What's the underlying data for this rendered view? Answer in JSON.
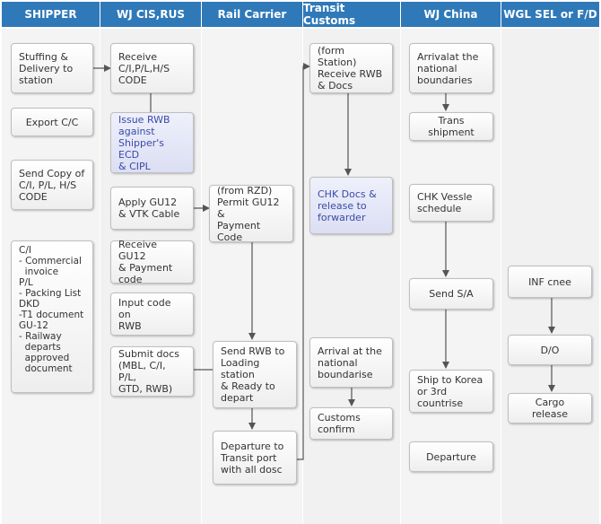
{
  "lanes": [
    {
      "id": "shipper",
      "label": "SHIPPER"
    },
    {
      "id": "wj-cis",
      "label": "WJ CIS,RUS"
    },
    {
      "id": "rail",
      "label": "Rail Carrier"
    },
    {
      "id": "transit",
      "label": "Transit Customs"
    },
    {
      "id": "wj-china",
      "label": "WJ China"
    },
    {
      "id": "wgl",
      "label": "WGL SEL or F/D"
    }
  ],
  "boxes": {
    "stuffing": "Stuffing &\nDelivery to\nstation",
    "export_cc": "Export C/C",
    "send_copy": "Send Copy of\nC/I, P/L, H/S\nCODE",
    "doc_list": "C/I\n- Commercial\n  invoice\nP/L\n- Packing List\nDKD\n-T1 document\nGU-12\n- Railway\n  departs\n  approved\n  document",
    "receive_ci": "Receive\nC/I,P/L,H/S\nCODE",
    "issue_rwb": "Issue RWB\nagainst\nShipper's ECD\n& CIPL",
    "apply_gu12": "Apply GU12\n& VTK Cable",
    "receive_gu12": "Receive GU12\n& Payment code",
    "input_code": "Input code on\nRWB",
    "submit_docs": "Submit docs\n(MBL, C/I, P/L,\nGTD, RWB)",
    "permit_gu12": "(from RZD)\nPermit GU12 &\nPayment Code",
    "send_rwb": "Send RWB to\nLoading station\n& Ready to\ndepart",
    "departure_transit": "Departure to\nTransit port\nwith all dosc",
    "receive_rwb": "(form Station)\nReceive RWB\n& Docs",
    "chk_docs": "CHK Docs &\nrelease to\nforwarder",
    "arrival_boundarise": "Arrival at the\nnational\nboundarise",
    "customs_confirm": "Customs\nconfirm",
    "arrival_boundaries": "Arrivalat the\nnational\nboundaries",
    "trans_shipment": "Trans shipment",
    "chk_vessel": "CHK Vessle\nschedule",
    "send_sa": "Send S/A",
    "ship_korea": "Ship to Korea\nor 3rd countrise",
    "departure": "Departure",
    "inf_cnee": "INF cnee",
    "do": "D/O",
    "cargo_release": "Cargo release"
  },
  "colors": {
    "header": "#2f79b8",
    "highlight_text": "#3a4aa8",
    "connector": "#555555"
  }
}
